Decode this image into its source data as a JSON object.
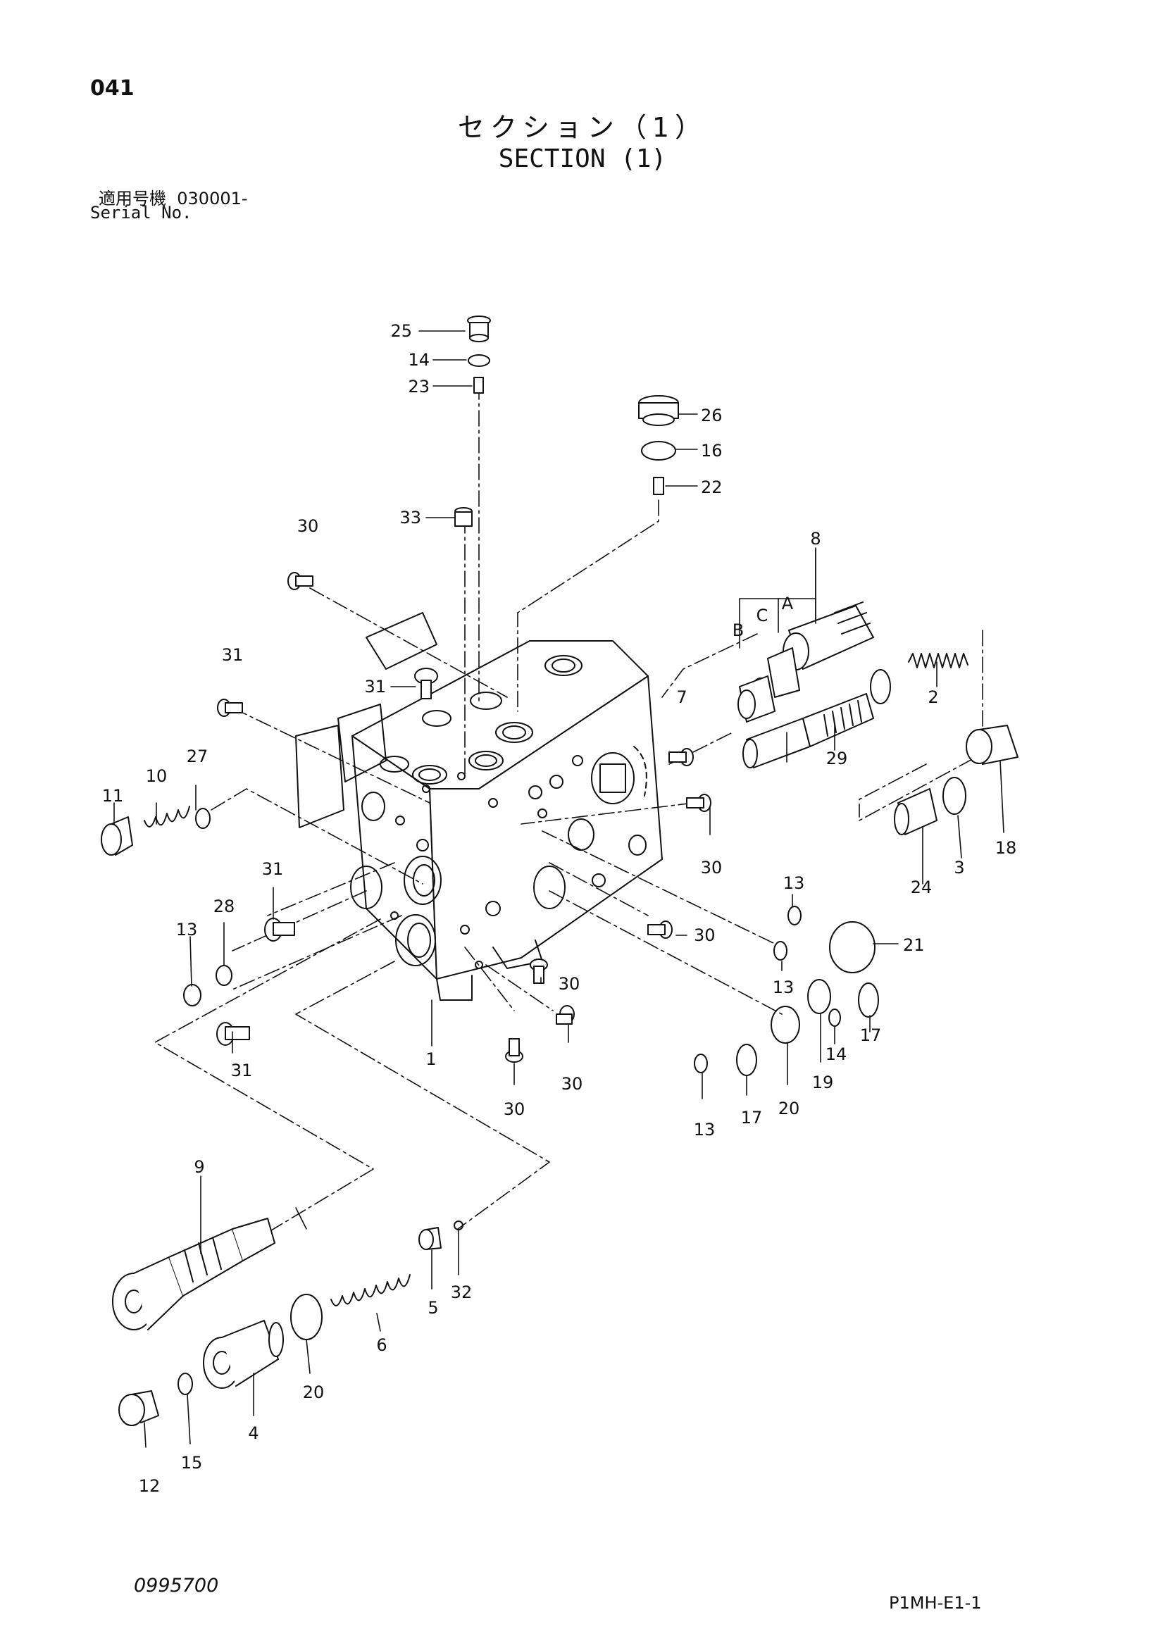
{
  "header": {
    "page_number": "041",
    "title_ja": "セクション（1）",
    "title_en": "SECTION (1)",
    "serial_label_ja": "適用号機",
    "serial_value": "030001-",
    "serial_label_en": "Serial No."
  },
  "footer": {
    "doc_code": "0995700",
    "page_code": "P1MH-E1-1"
  },
  "callouts": [
    "25",
    "14",
    "23",
    "26",
    "16",
    "22",
    "33",
    "30",
    "8",
    "A",
    "C",
    "B",
    "31",
    "7",
    "2",
    "29",
    "11",
    "10",
    "27",
    "18",
    "3",
    "24",
    "28",
    "13",
    "21",
    "17",
    "19",
    "20",
    "1",
    "9",
    "5",
    "32",
    "6",
    "4",
    "15",
    "12"
  ]
}
